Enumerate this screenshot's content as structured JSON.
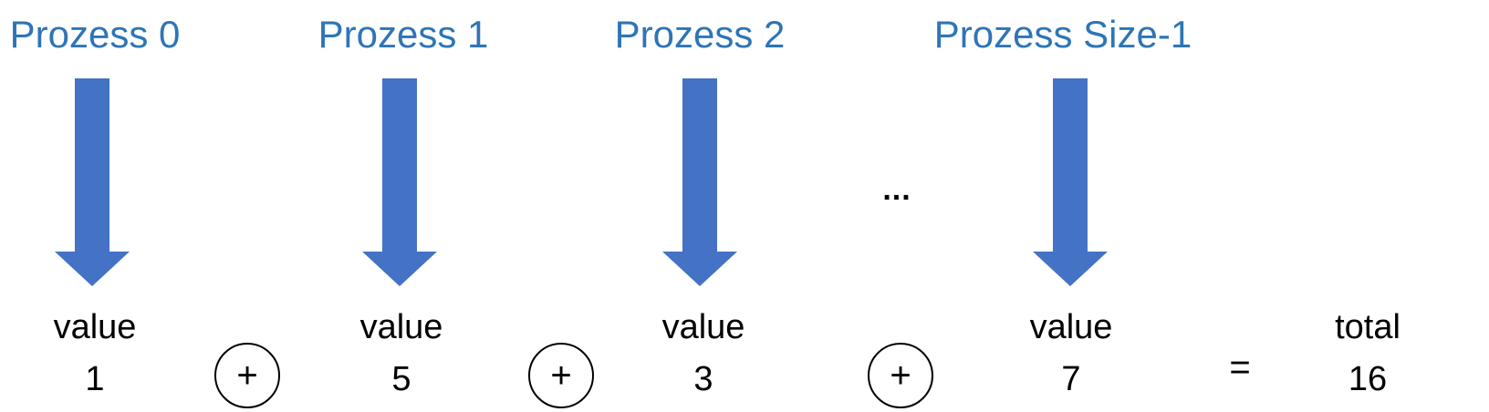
{
  "colors": {
    "label": "#2E75B6",
    "arrow": "#4472C4",
    "text": "#000000"
  },
  "processes": [
    {
      "label": "Prozess 0",
      "value_label": "value",
      "value": "1"
    },
    {
      "label": "Prozess 1",
      "value_label": "value",
      "value": "5"
    },
    {
      "label": "Prozess 2",
      "value_label": "value",
      "value": "3"
    },
    {
      "label": "Prozess Size-1",
      "value_label": "value",
      "value": "7"
    }
  ],
  "operators": [
    "+",
    "+",
    "+"
  ],
  "ellipsis": "...",
  "equals": "=",
  "result": {
    "label": "total",
    "value": "16"
  }
}
